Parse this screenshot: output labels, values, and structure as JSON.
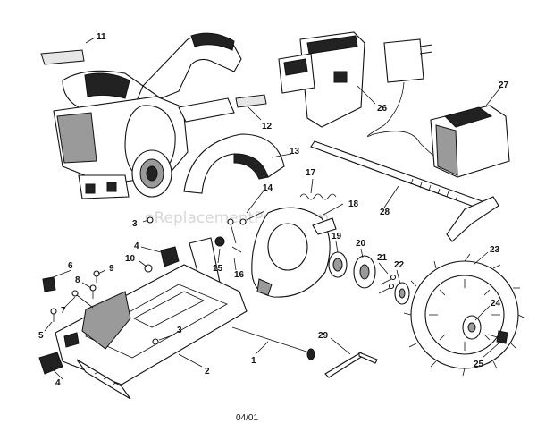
{
  "diagram": {
    "footer_code": "04/01",
    "watermark": "eReplacementParts.com",
    "callouts": [
      {
        "id": "1",
        "text": "1"
      },
      {
        "id": "2",
        "text": "2"
      },
      {
        "id": "3a",
        "text": "3"
      },
      {
        "id": "3b",
        "text": "3"
      },
      {
        "id": "4a",
        "text": "4"
      },
      {
        "id": "4b",
        "text": "4"
      },
      {
        "id": "5",
        "text": "5"
      },
      {
        "id": "6",
        "text": "6"
      },
      {
        "id": "7",
        "text": "7"
      },
      {
        "id": "8",
        "text": "8"
      },
      {
        "id": "9",
        "text": "9"
      },
      {
        "id": "10",
        "text": "10"
      },
      {
        "id": "11",
        "text": "11"
      },
      {
        "id": "12",
        "text": "12"
      },
      {
        "id": "13",
        "text": "13"
      },
      {
        "id": "14",
        "text": "14"
      },
      {
        "id": "15",
        "text": "15"
      },
      {
        "id": "16",
        "text": "16"
      },
      {
        "id": "17",
        "text": "17"
      },
      {
        "id": "18",
        "text": "18"
      },
      {
        "id": "19",
        "text": "19"
      },
      {
        "id": "20",
        "text": "20"
      },
      {
        "id": "21",
        "text": "21"
      },
      {
        "id": "22",
        "text": "22"
      },
      {
        "id": "23",
        "text": "23"
      },
      {
        "id": "24",
        "text": "24"
      },
      {
        "id": "25",
        "text": "25"
      },
      {
        "id": "26",
        "text": "26"
      },
      {
        "id": "27",
        "text": "27"
      },
      {
        "id": "28",
        "text": "28"
      },
      {
        "id": "29",
        "text": "29"
      }
    ]
  }
}
